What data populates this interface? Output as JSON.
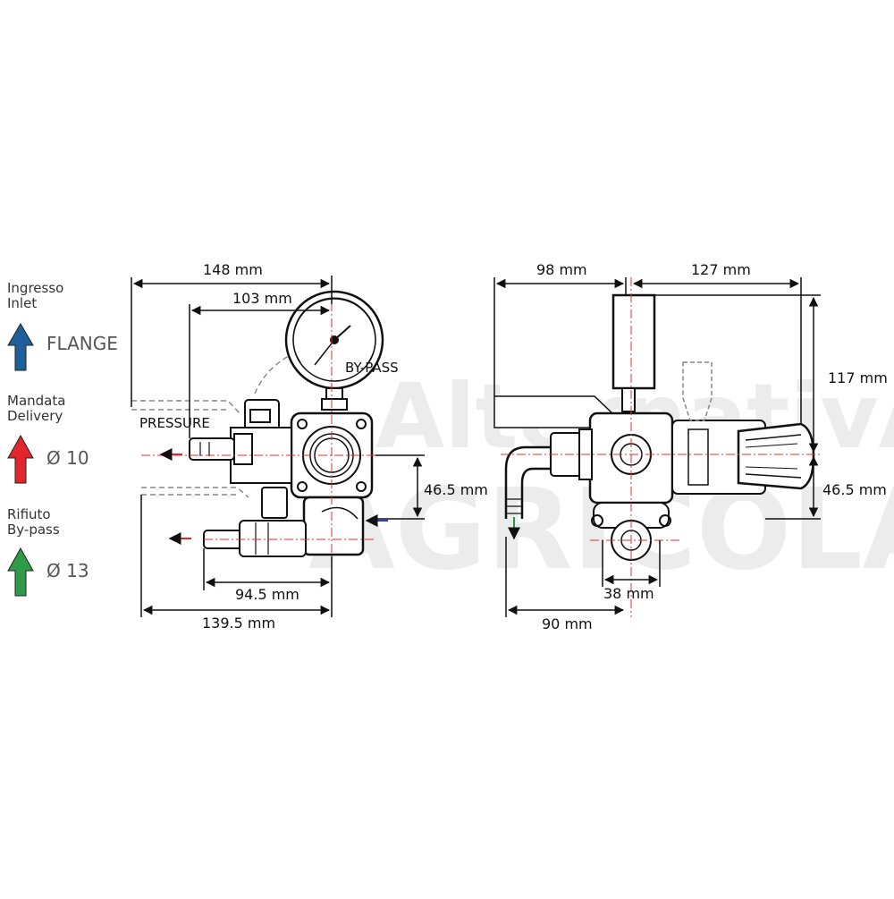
{
  "legend": {
    "inlet": {
      "title_line1": "Ingresso",
      "title_line2": "Inlet",
      "value": "FLANGE",
      "color": "#1f5f9a"
    },
    "delivery": {
      "title_line1": "Mandata",
      "title_line2": "Delivery",
      "value": "Ø 10",
      "color": "#e3262b"
    },
    "bypass": {
      "title_line1": "Rifiuto",
      "title_line2": "By-pass",
      "value": "Ø 13",
      "color": "#2f9a48"
    }
  },
  "front_view": {
    "labels": {
      "pressure": "PRESSURE",
      "bypass": "BY-PASS"
    },
    "dims": {
      "overall_width": "148 mm",
      "gauge_offset": "103 mm",
      "port_spacing": "46.5 mm",
      "bypass_length": "94.5 mm",
      "base_width": "139.5 mm"
    }
  },
  "side_view": {
    "dims": {
      "left_width": "98 mm",
      "right_width": "127 mm",
      "height": "117 mm",
      "port_spacing": "46.5 mm",
      "port_gap": "38 mm",
      "elbow_reach": "90 mm"
    }
  },
  "watermark": {
    "line1": "AlternativA",
    "line2": "AGRICOLA"
  },
  "colors": {
    "line": "#111111",
    "center": "#e03030",
    "flow_in": "#1f3fd0",
    "flow_out": "#e3262b",
    "bypass_out": "#2f9a48",
    "hidden": "#888888"
  }
}
